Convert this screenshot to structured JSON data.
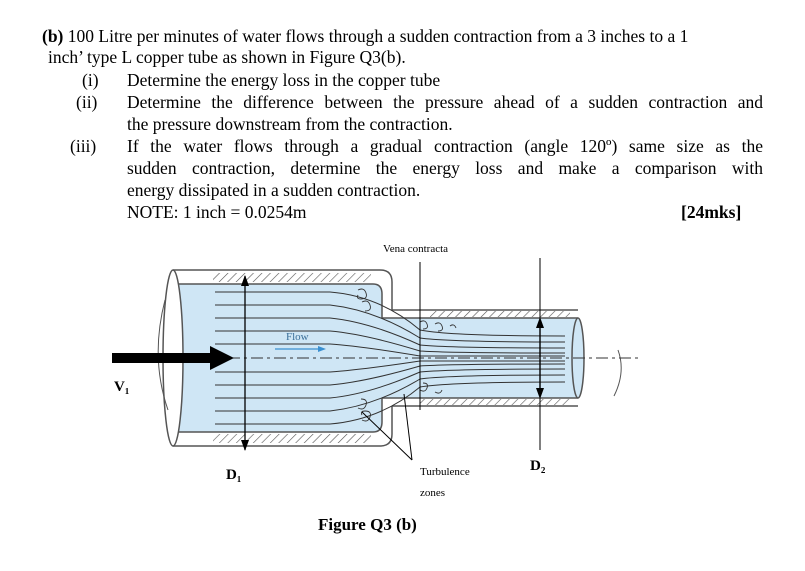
{
  "question": {
    "part_label": "(b)",
    "intro_line1": "100 Litre per minutes of water flows through a sudden contraction from a 3 inches to a 1",
    "intro_line2": "inch’ type L copper tube as shown in Figure Q3(b).",
    "items": [
      {
        "num": "(i)",
        "lines": [
          "Determine the energy loss in the copper tube"
        ]
      },
      {
        "num": "(ii)",
        "lines": [
          "Determine the difference between the pressure ahead of a sudden contraction and",
          "the pressure downstream from the contraction."
        ]
      },
      {
        "num": "(iii)",
        "lines": [
          "If the water flows through a gradual contraction (angle 120º) same size as the",
          "sudden contraction, determine the energy loss and make a comparison with",
          "energy dissipated in a sudden contraction."
        ]
      }
    ],
    "note": "NOTE: 1 inch = 0.0254m",
    "marks": "[24mks]"
  },
  "figure": {
    "label_vena": "Vena contracta",
    "label_flow": "Flow",
    "label_v1": "V₁",
    "label_d1": "D₁",
    "label_d2": "D₂",
    "label_turb1": "Turbulence",
    "label_turb2": "zones",
    "caption": "Figure Q3 (b)",
    "colors": {
      "water": "#cfe6f5",
      "pipe": "#555555",
      "arrow": "#000000",
      "flow_arrow": "#3a8fd0"
    }
  }
}
